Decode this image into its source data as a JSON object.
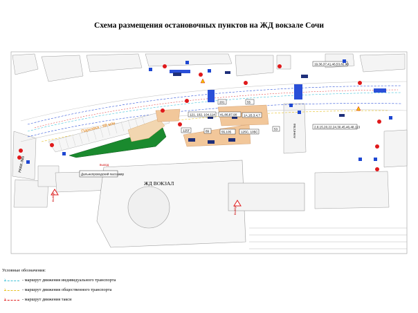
{
  "title": "Схема размещения остановочных пунктов на ЖД вокзале Сочи",
  "map": {
    "station_label": "ЖД ВОКЗАЛ",
    "parking_label": "Парковка - 68 м/м",
    "park_inn_label": "PARK INN",
    "exit_label_1": "выход",
    "exit_label_2": "выход",
    "exit_label_3": "выход",
    "building_label": "Агентство",
    "ticket_label": "Дальнепроводский пассажир",
    "stops": {
      "top_right": "19,36,37,41,46,53,82,90",
      "right": "2,8,15,20,22,24,30,45,46,48,113",
      "s201": "201",
      "s55": "55",
      "s121": "121, 102, 104,114",
      "s41": "41,86,87,90",
      "s1a": "1А,1Б,3,4,7",
      "s125": "125Г",
      "s89": "89",
      "s55105": "55,105",
      "s125c": "125С, 105С",
      "s53": "53"
    },
    "colors": {
      "road_line": "#2a4fd8",
      "green_area": "#1a8a2e",
      "stop_area": "#f2c79a",
      "sign_red": "#e0191b",
      "sign_blue": "#1e47d2",
      "parking_fill": "#f6f6f6"
    }
  },
  "legend": {
    "title": "Условные обозначения:",
    "items": [
      {
        "label": "- маршрут движения индивидуального транспорта",
        "color": "#3cc0d6"
      },
      {
        "label": "- маршрут движения общественного транспорта",
        "color": "#e6c020"
      },
      {
        "label": "- маршрут движения такси",
        "color": "#e01a1a"
      }
    ]
  }
}
